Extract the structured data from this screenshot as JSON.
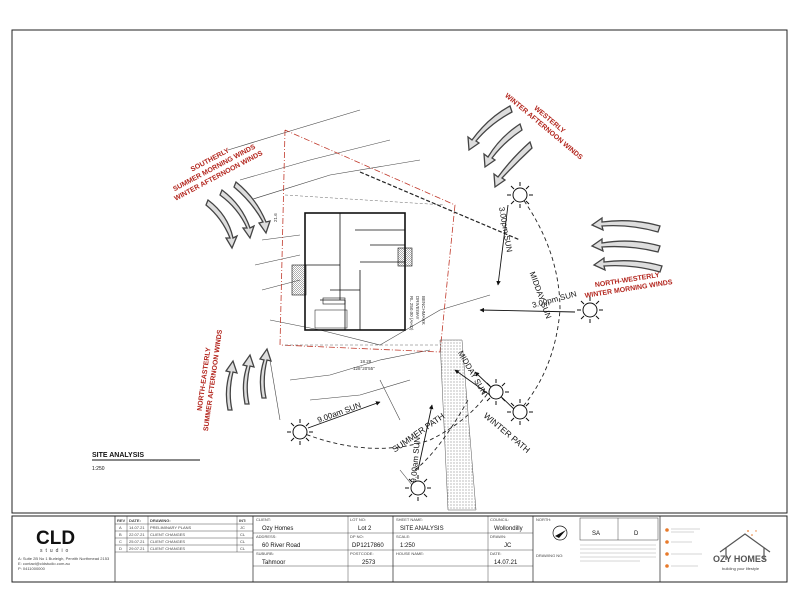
{
  "drawing": {
    "title": "SITE ANALYSIS",
    "scale": "1:250",
    "boundary_length": "18.28",
    "boundary_bearing": "128°20'55\"",
    "side_dim": "21.6",
    "bench": [
      "BENCHMARK",
      "DRIVEWAY",
      "RL 250.00 (AHD)"
    ]
  },
  "winds": {
    "southerly": [
      "SOUTHERLY",
      "SUMMER MORNING WINDS",
      "WINTER AFTERNOON WINDS"
    ],
    "westerly": [
      "WESTERLY",
      "WINTER AFTERNOON WINDS"
    ],
    "north_westerly": [
      "NORTH-WESTERLY",
      "WINTER MORNING WINDS"
    ],
    "north_easterly": [
      "NORTH-EASTERLY",
      "SUMMER AFTERNOON WINDS"
    ]
  },
  "sun": {
    "t3pm_top": "3.00pm SUN",
    "t3pm_right": "3.00pm SUN",
    "midday_top": "MIDDAY SUN",
    "midday_right": "MIDDAY SUN",
    "t9am": "9.00am SUN",
    "t9am_bottom": "9.00am SUN",
    "summer_path": "SUMMER PATH",
    "winter_path": "WINTER PATH"
  },
  "title_block": {
    "company": "CLD",
    "company_sub": "studio",
    "company_info": [
      "A: Suite 2B No 1 Burleigh, Penrith Northmead 2153",
      "E: contact@cldstudio.com.au",
      "P: 0411000000"
    ],
    "rev_headers": [
      "REV",
      "DATE:",
      "DRAWING:",
      "INT:"
    ],
    "revisions": [
      {
        "rev": "A",
        "date": "14.07.21",
        "desc": "PRELIMINARY PLANS",
        "int": "JC"
      },
      {
        "rev": "B",
        "date": "22.07.21",
        "desc": "CLIENT CHANGES",
        "int": "CL"
      },
      {
        "rev": "C",
        "date": "25.07.21",
        "desc": "CLIENT CHANGES",
        "int": "CL"
      },
      {
        "rev": "D",
        "date": "29.07.21",
        "desc": "CLIENT CHANGES",
        "int": "CL"
      }
    ],
    "client_label": "CLIENT:",
    "client": "Ozy Homes",
    "lot_label": "LOT NO:",
    "lot": "Lot 2",
    "address_label": "ADDRESS:",
    "address": "60 River Road",
    "dp_label": "DP NO:",
    "dp": "DP1217860",
    "suburb_label": "SUBURB:",
    "suburb": "Tahmoor",
    "postcode_label": "POSTCODE:",
    "postcode": "2573",
    "sheet_label": "SHEET NAME:",
    "sheet": "SITE ANALYSIS",
    "council_label": "COUNCIL:",
    "council": "Wollondilly",
    "scale_label": "SCALE:",
    "scale": "1:250",
    "drawn_label": "DRAWN:",
    "drawn": "JC",
    "house_label": "HOUSE NAME:",
    "date_label": "DATE:",
    "date": "14.07.21",
    "north_label": "NORTH:",
    "drawing_no_label": "DRAWING NO:",
    "sheet_no": "SA",
    "rev_no": "D",
    "brand": "OZY HOMES",
    "brand_tag": "building your lifestyle",
    "colors": {
      "wind_red": "#b3261e",
      "brand_orange": "#e87a2a"
    }
  }
}
